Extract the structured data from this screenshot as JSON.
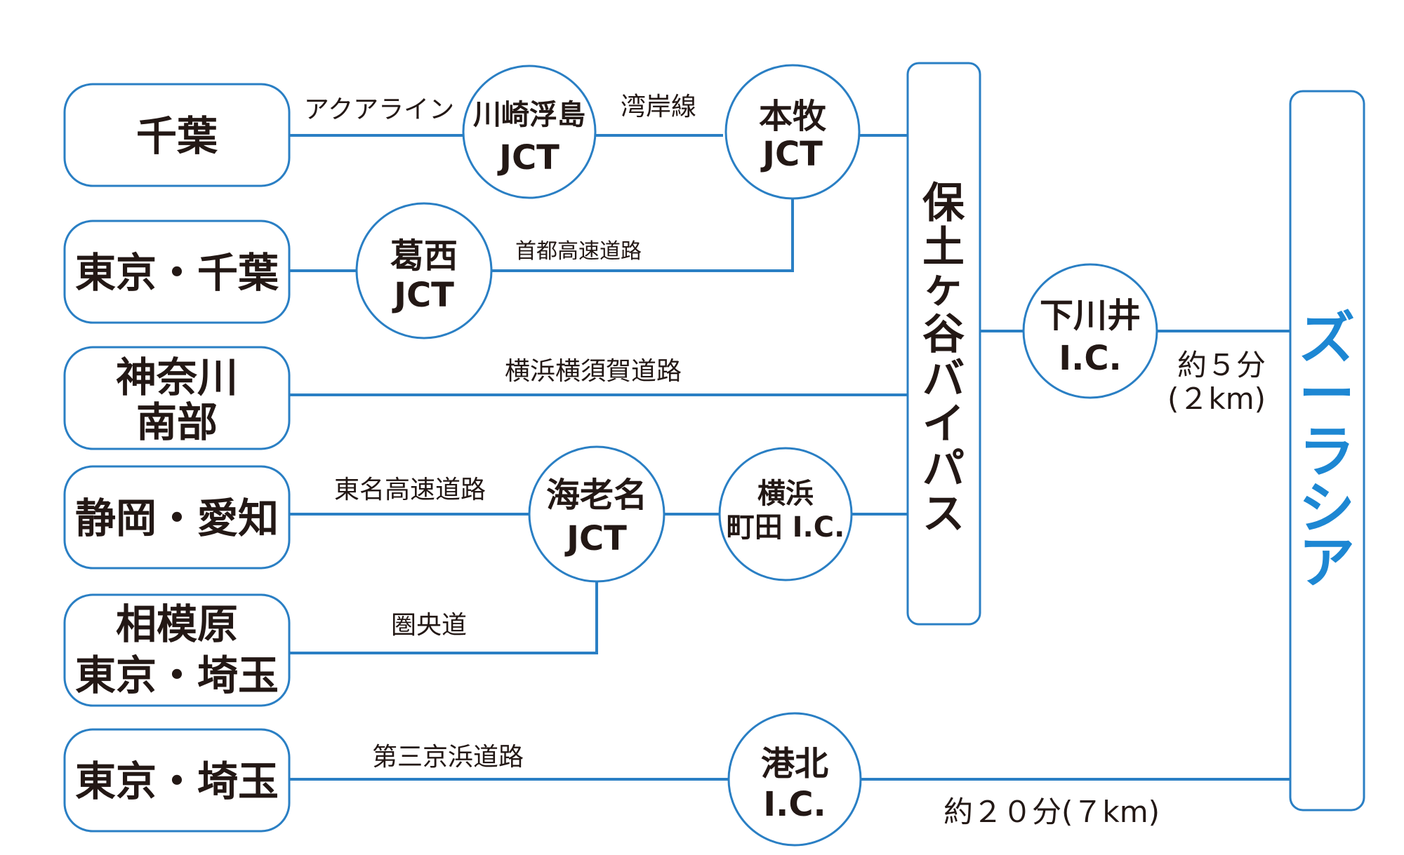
{
  "origins": {
    "chiba": "千葉",
    "tokyo_chiba": "東京・千葉",
    "kanagawa_1": "神奈川",
    "kanagawa_2": "南部",
    "shizuoka_aichi": "静岡・愛知",
    "sagamihara_1": "相模原",
    "sagamihara_2": "東京・埼玉",
    "tokyo_saitama": "東京・埼玉"
  },
  "nodes": {
    "kawasaki_1": "川崎浮島",
    "kawasaki_2": "JCT",
    "honmoku_1": "本牧",
    "honmoku_2": "JCT",
    "kasai_1": "葛西",
    "kasai_2": "JCT",
    "ebina_1": "海老名",
    "ebina_2": "JCT",
    "yokohama_machida_1": "横浜",
    "yokohama_machida_2": "町田 I.C.",
    "shimokawai_1": "下川井",
    "shimokawai_2": "I.C.",
    "kohoku_1": "港北",
    "kohoku_2": "I.C."
  },
  "roads": {
    "aqualine": "アクアライン",
    "wangan": "湾岸線",
    "shuto": "首都高速道路",
    "yokohama_yokosuka": "横浜横須賀道路",
    "tomei": "東名高速道路",
    "kenodo": "圏央道",
    "daisan_keihin": "第三京浜道路"
  },
  "hub": {
    "chars": [
      "保",
      "土",
      "ヶ",
      "谷",
      "バ",
      "イ",
      "パ",
      "ス"
    ]
  },
  "destination": {
    "chars": [
      "ズ",
      "ー",
      "ラ",
      "シ",
      "ア"
    ]
  },
  "times": {
    "shimokawai_1": "約５分",
    "shimokawai_2": "(２km)",
    "kohoku": "約２０分(７km)"
  },
  "colors": {
    "line": "#2a7fc4",
    "destination_text": "#1d87d3",
    "text": "#231815"
  }
}
